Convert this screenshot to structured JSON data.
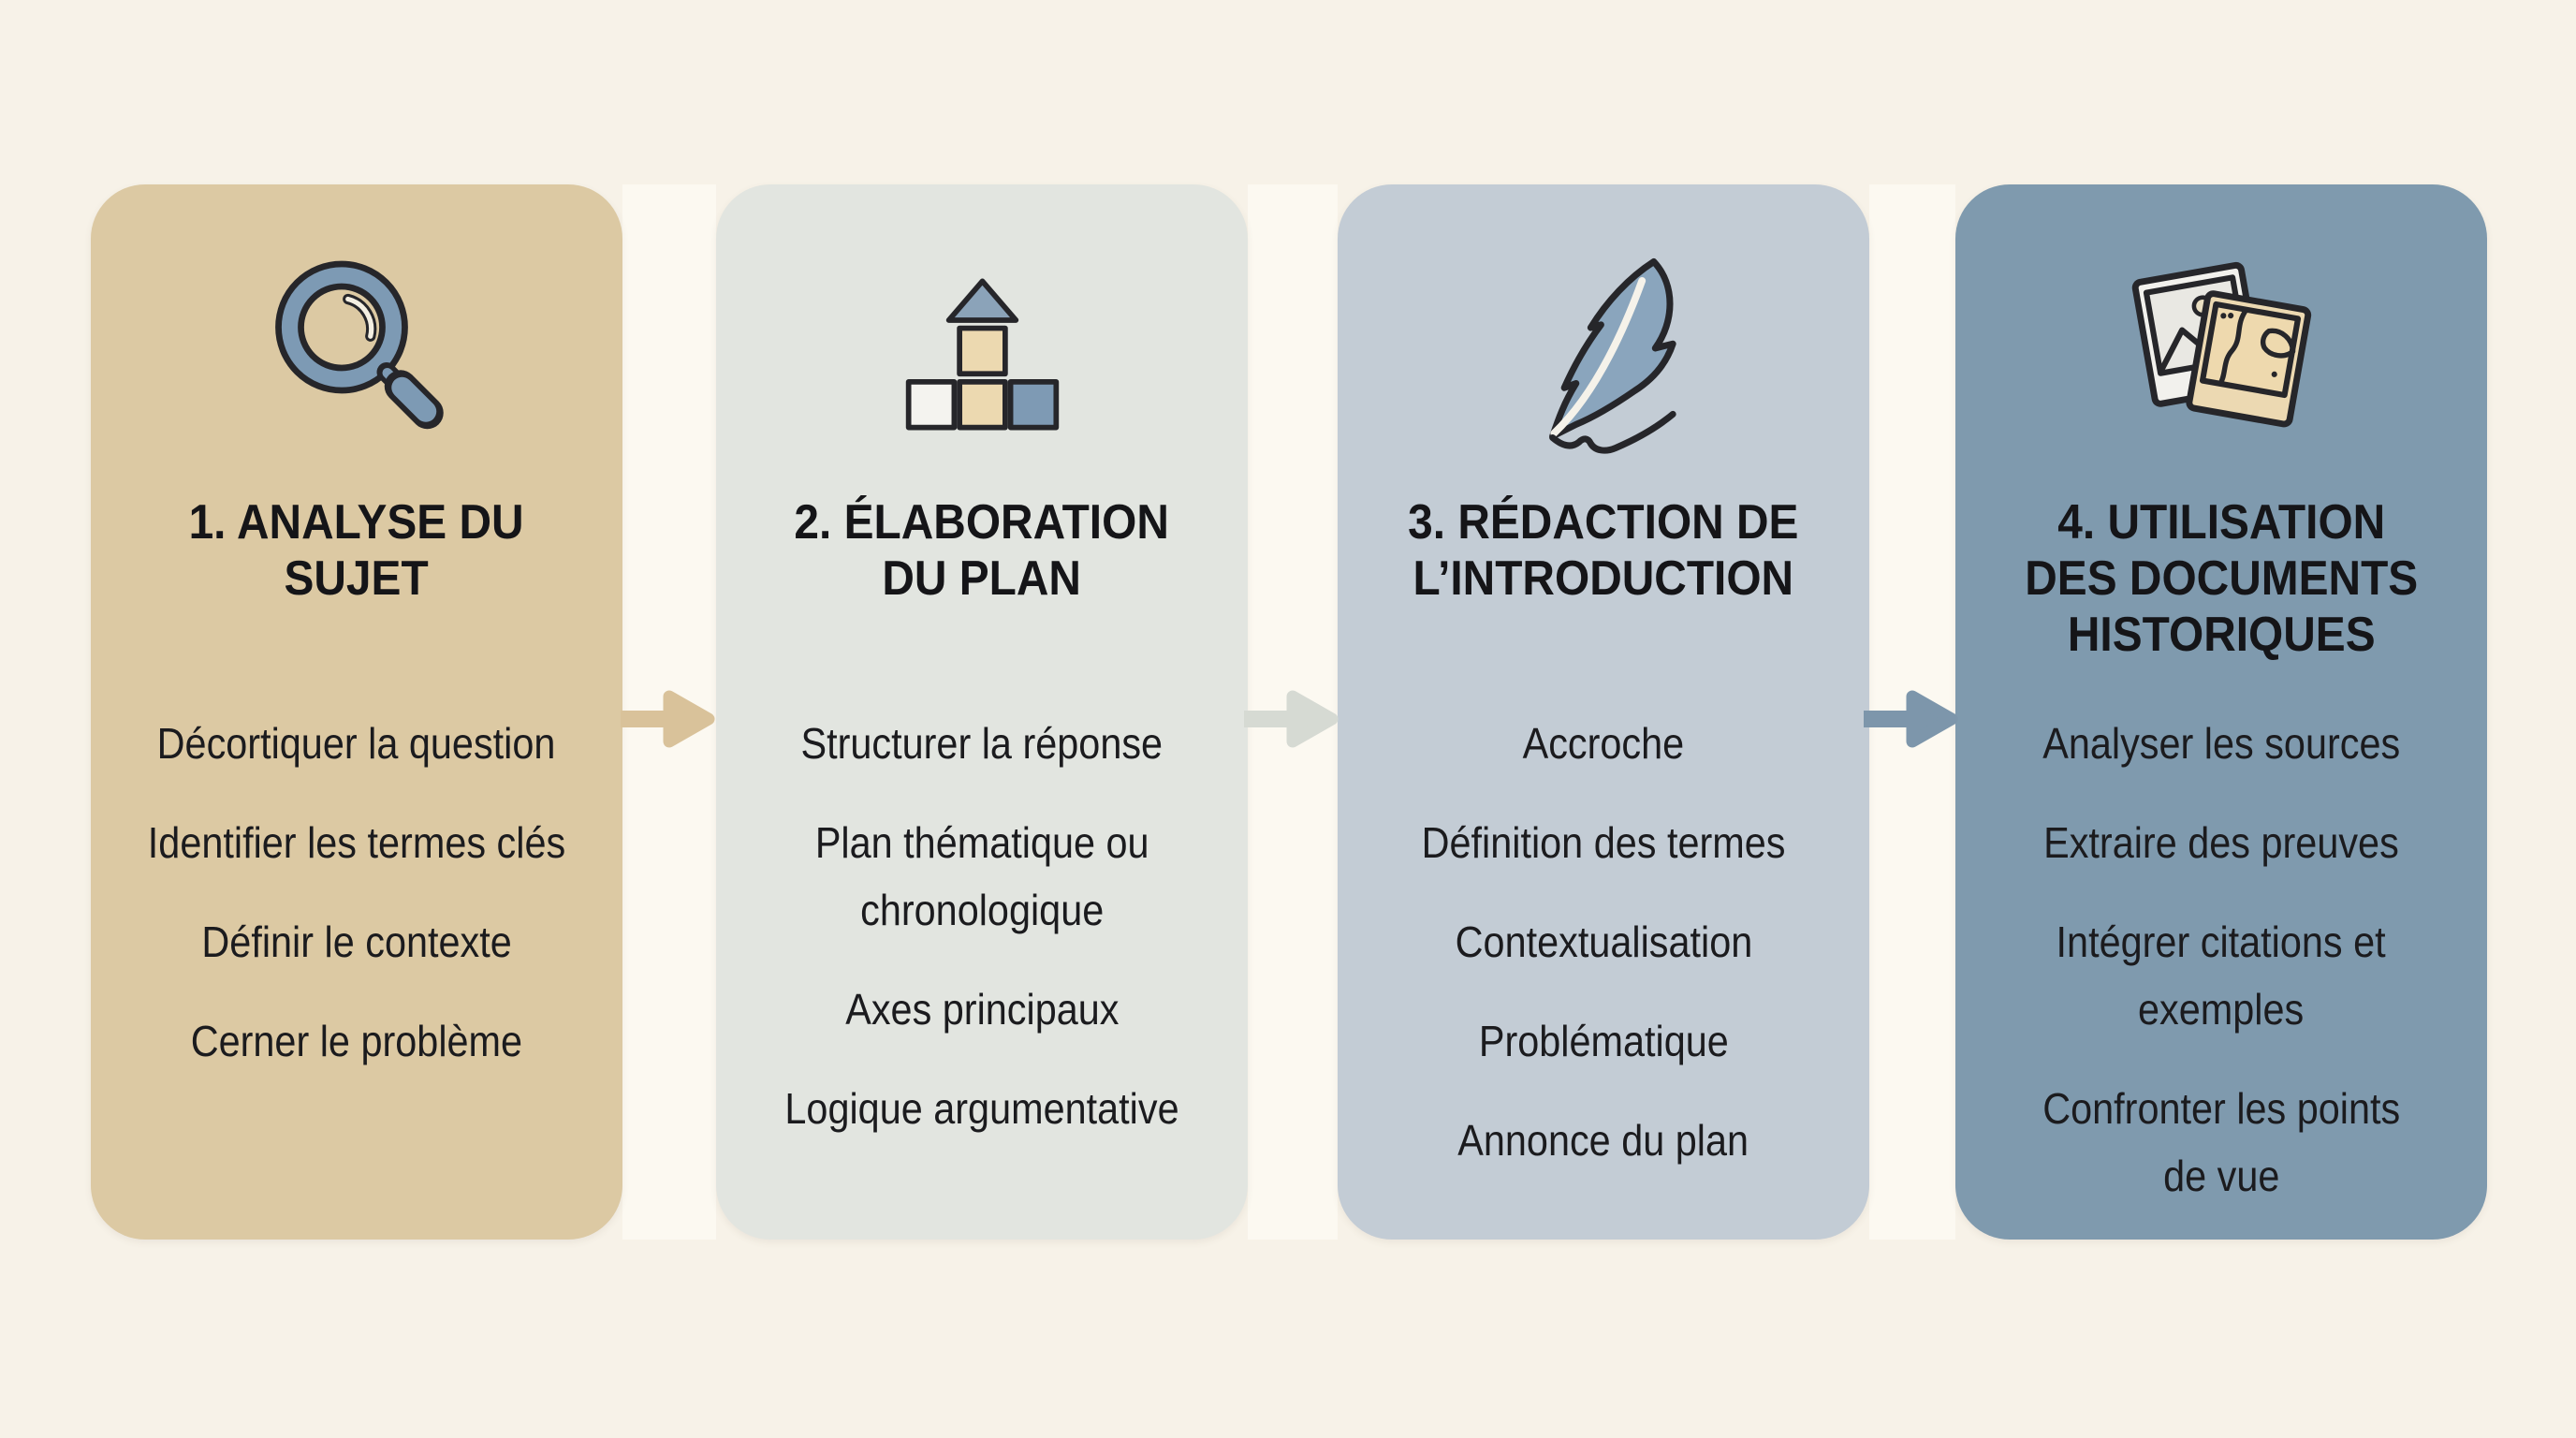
{
  "page": {
    "background": "#f7f2e8",
    "text_color": "#1b1b1e"
  },
  "palette": {
    "ink_outline": "#26262a",
    "steel_blue": "#7e9ab4",
    "tan": "#ecd9b0",
    "cream_white": "#f4f3ee"
  },
  "cards": [
    {
      "number": "1",
      "icon": "magnifying-glass-icon",
      "title": "1. ANALYSE DU\nSUJET",
      "color": "#dcc9a3",
      "items": [
        "Décortiquer la question",
        "Identifier les termes clés",
        "Définir le contexte",
        "Cerner le problème"
      ]
    },
    {
      "number": "2",
      "icon": "building-blocks-icon",
      "title": "2. ÉLABORATION\nDU PLAN",
      "color": "#e2e5e0",
      "items": [
        "Structurer la réponse",
        "Plan thématique ou\nchronologique",
        "Axes principaux",
        "Logique argumentative"
      ]
    },
    {
      "number": "3",
      "icon": "quill-pen-icon",
      "title": "3. RÉDACTION DE\nL’INTRODUCTION",
      "color": "#c3ccd5",
      "items": [
        "Accroche",
        "Définition des termes",
        "Contextualisation",
        "Problématique",
        "Annonce du plan"
      ]
    },
    {
      "number": "4",
      "icon": "photographs-icon",
      "title": "4. UTILISATION\nDES DOCUMENTS\nHISTORIQUES",
      "color": "#7f9aae",
      "items": [
        "Analyser les sources",
        "Extraire des preuves",
        "Intégrer citations et\nexemples",
        "Confronter les points\nde vue"
      ]
    }
  ],
  "arrows": [
    {
      "direction": "right",
      "color": "#d9c29a"
    },
    {
      "direction": "right",
      "color": "#d6dad3"
    },
    {
      "direction": "right",
      "color": "#7d96ab"
    }
  ]
}
